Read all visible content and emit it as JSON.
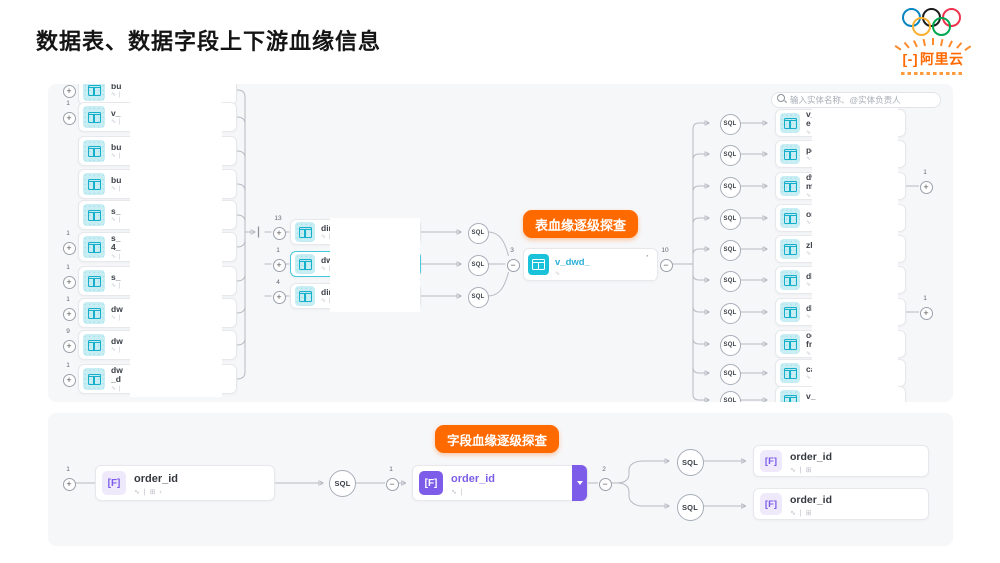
{
  "page": {
    "title": "数据表、数据字段上下游血缘信息"
  },
  "logo": {
    "bracket": "[-]",
    "brand": "阿里云"
  },
  "sql_label": "SQL",
  "table_panel": {
    "badge": "表血缘逐级探查",
    "search_placeholder": "输入实体名称、@实体负责人",
    "meta_glyph": "∿ |",
    "left_nodes": [
      {
        "label": "bu",
        "count": ""
      },
      {
        "label": "v_",
        "count": "1"
      },
      {
        "label": "bu"
      },
      {
        "label": "bu"
      },
      {
        "label": "s_"
      },
      {
        "label": "s_",
        "label2": "4_",
        "count": "1"
      },
      {
        "label": "s_",
        "count": "1"
      },
      {
        "label": "dw",
        "count": "1"
      },
      {
        "label": "dw",
        "count": "9"
      },
      {
        "label": "dw",
        "label2": "_d",
        "count": "1"
      }
    ],
    "middle_nodes": [
      {
        "label": "dim",
        "count": "13"
      },
      {
        "label": "dw",
        "count": "1",
        "selected": true
      },
      {
        "label": "dim",
        "count": "4"
      }
    ],
    "merge_count": "3",
    "focus_node": {
      "label": "v_dwd_",
      "meta": "∿ |",
      "more": "·"
    },
    "out_count": "10",
    "right_nodes": [
      {
        "label": "v_",
        "label2": "e"
      },
      {
        "label": "pd"
      },
      {
        "label": "dw",
        "label2": "ma",
        "expander_count": "1"
      },
      {
        "label": "or"
      },
      {
        "label": "zb"
      },
      {
        "label": "dia"
      },
      {
        "label": "dia",
        "expander_count": "1"
      },
      {
        "label": "od",
        "label2": "fn"
      },
      {
        "label": "ca"
      },
      {
        "label": "v_"
      }
    ]
  },
  "field_panel": {
    "badge": "字段血缘逐级探查",
    "field_icon_text": "[F]",
    "source_node": {
      "label": "order_id",
      "count": "1",
      "meta": "∿ | ⊞ ‹"
    },
    "in_count": "1",
    "focus_node": {
      "label": "order_id",
      "meta": "∿ |"
    },
    "out_count": "2",
    "target_nodes": [
      {
        "label": "order_id",
        "meta": "∿ | ⊞"
      },
      {
        "label": "order_id",
        "meta": "∿ | ⊞"
      }
    ]
  }
}
